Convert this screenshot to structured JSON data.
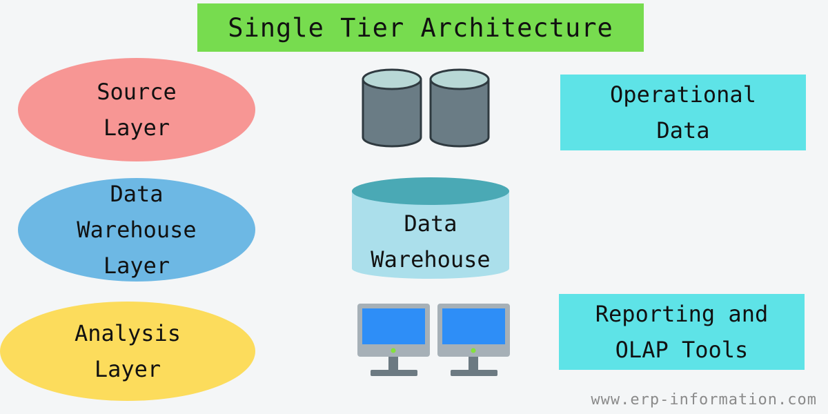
{
  "title": "Single Tier Architecture",
  "layers": [
    {
      "label": "Source\nLayer"
    },
    {
      "label": "Data\nWarehouse\nLayer"
    },
    {
      "label": "Analysis\nLayer"
    }
  ],
  "center": {
    "warehouse_label": "Data\nWarehouse"
  },
  "right": {
    "operational_label": "Operational\nData",
    "reporting_label": "Reporting and\nOLAP Tools"
  },
  "watermark": "www.erp-information.com",
  "colors": {
    "title_bg": "#77dc4f",
    "source_layer": "#f79694",
    "warehouse_layer": "#6db8e4",
    "analysis_layer": "#fcdc5c",
    "right_boxes": "#5ee3e7",
    "db_body": "#6a7c85",
    "db_top": "#b8d8d6",
    "warehouse_body": "#abdfeb",
    "warehouse_top": "#4aa9b5",
    "monitor_frame": "#a6b0b7",
    "monitor_screen": "#2e8ef7",
    "monitor_led": "#84e13c",
    "monitor_stand": "#6c7a82"
  },
  "icons": [
    "database-icon",
    "database-icon",
    "warehouse-cylinder-icon",
    "monitor-icon",
    "monitor-icon"
  ]
}
